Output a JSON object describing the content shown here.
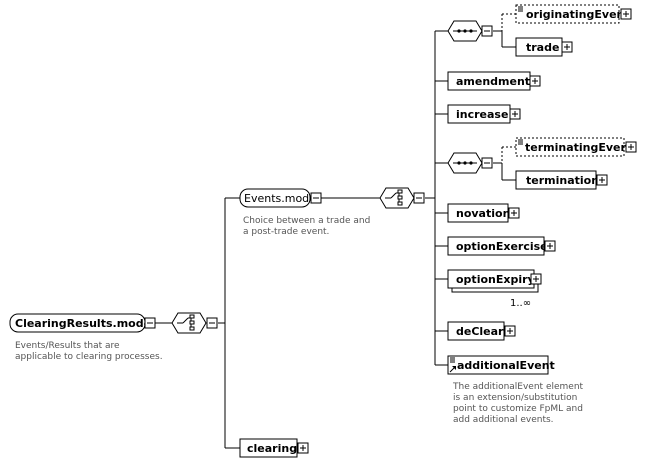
{
  "root": {
    "label": "ClearingResults.model",
    "doc": [
      "Events/Results that are",
      "applicable to clearing processes."
    ]
  },
  "events": {
    "label": "Events.model",
    "doc": [
      "Choice between a trade and",
      "a post-trade event."
    ]
  },
  "elements": {
    "originatingEvent": "originatingEvent",
    "trade": "trade",
    "amendment": "amendment",
    "increase": "increase",
    "terminatingEvent": "terminatingEvent",
    "termination": "termination",
    "novation": "novation",
    "optionExercise": "optionExercise",
    "optionExpiry": "optionExpiry",
    "optionExpiry_occurs": "1..∞",
    "deClear": "deClear",
    "additionalEvent": "additionalEvent",
    "additionalEvent_doc": [
      "The additionalEvent element",
      "is an extension/substitution",
      "point to customize FpML and",
      "add additional events."
    ],
    "clearing": "clearing"
  },
  "icons": [
    "sequence-compositor-icon",
    "choice-compositor-icon",
    "collapse-icon",
    "expand-icon",
    "substitution-arrow-icon"
  ]
}
